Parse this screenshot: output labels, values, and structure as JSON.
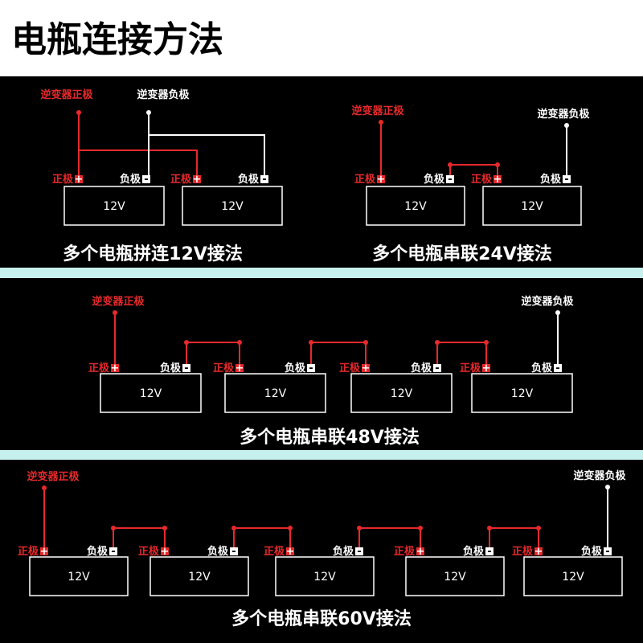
{
  "title": "电瓶连接方法",
  "labels": {
    "inverter_positive": "逆变器正极",
    "inverter_negative": "逆变器负极",
    "positive": "正极",
    "negative": "负极",
    "plus_symbol": "+",
    "minus_symbol": "-",
    "battery_voltage": "12V"
  },
  "panels": [
    {
      "id": "parallel-12v",
      "caption": "多个电瓶拼连12V接法"
    },
    {
      "id": "series-24v",
      "caption": "多个电瓶串联24V接法"
    },
    {
      "id": "series-48v",
      "caption": "多个电瓶串联48V接法"
    },
    {
      "id": "series-60v",
      "caption": "多个电瓶串联60V接法"
    }
  ],
  "colors": {
    "background": "#000000",
    "page": "#ffffff",
    "divider": "#c6f0ee",
    "positive_wire": "#e8292b",
    "negative_wire": "#ffffff",
    "battery_outline": "#ffffff"
  }
}
